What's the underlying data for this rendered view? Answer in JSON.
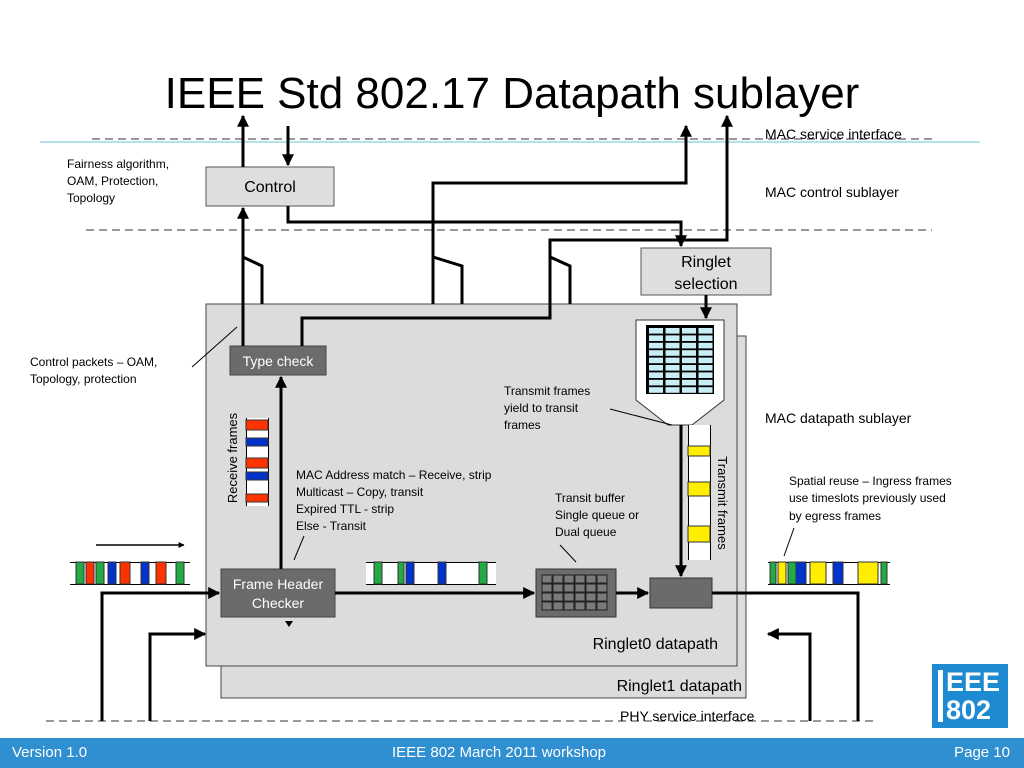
{
  "title": "IEEE Std 802.17 Datapath sublayer",
  "interfaces": {
    "mac_service": "MAC service interface",
    "mac_control": "MAC control sublayer",
    "mac_datapath": "MAC datapath sublayer",
    "phy_service": "PHY service interface"
  },
  "boxes": {
    "control": "Control",
    "ringlet_selection": [
      "Ringlet",
      "selection"
    ],
    "type_check": "Type check",
    "frame_header_checker": [
      "Frame Header",
      "Checker"
    ],
    "ringlet0": "Ringlet0 datapath",
    "ringlet1": "Ringlet1 datapath"
  },
  "annotations": {
    "fairness": [
      "Fairness algorithm,",
      "OAM, Protection,",
      "Topology"
    ],
    "control_packets": [
      "Control packets – OAM,",
      "Topology, protection"
    ],
    "transmit_yield": [
      "Transmit frames",
      "yield to transit",
      "frames"
    ],
    "mac_address_rules": [
      "MAC Address match – Receive, strip",
      "Multicast – Copy, transit",
      "Expired TTL - strip",
      "Else - Transit"
    ],
    "transit_buffer": [
      "Transit buffer",
      "Single queue or",
      "Dual queue"
    ],
    "spatial_reuse": [
      "Spatial reuse – Ingress frames",
      "use timeslots previously used",
      "by egress frames"
    ],
    "receive_frames": "Receive frames",
    "transmit_frames": "Transmit  frames"
  },
  "footer": {
    "version": "Version 1.0",
    "event": "IEEE 802 March 2011 workshop",
    "page": "Page 10"
  },
  "logo": {
    "line1": "EEE",
    "line2": "802"
  },
  "colors": {
    "frame_red": "#ff3300",
    "frame_blue": "#0033cc",
    "frame_green": "#22aa44",
    "frame_yellow": "#ffee00",
    "queue_cell": "#c8eef5",
    "footer_bg": "#2f8fd0",
    "datapath_bg": "#dcdcdc",
    "dark_box": "#6b6b6b"
  }
}
